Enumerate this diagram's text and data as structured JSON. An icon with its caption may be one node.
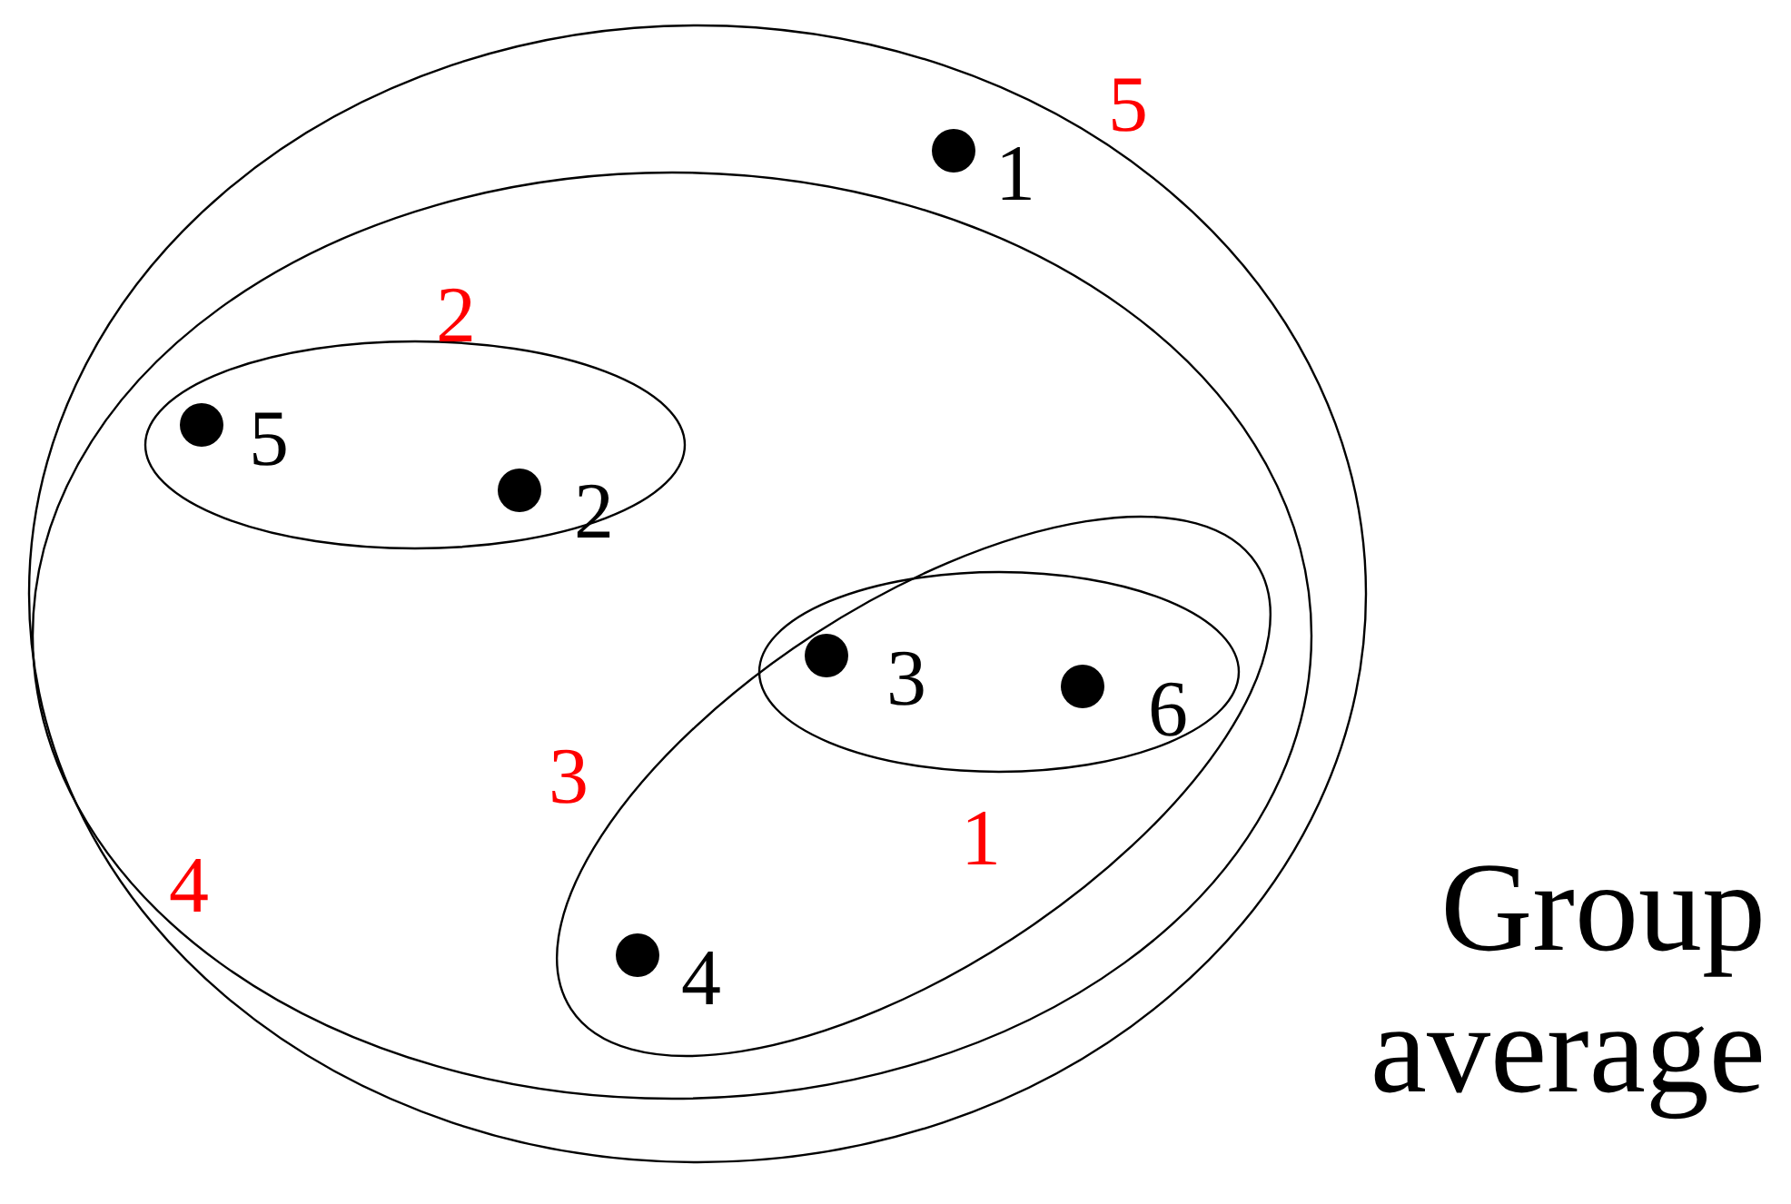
{
  "diagram": {
    "nodes": [
      {
        "text": [
          "5"
        ]
      },
      {
        "text": [
          "1"
        ],
        "in": 0
      },
      {
        "text": [
          "4"
        ],
        "in": 0
      },
      {
        "text": [
          "2"
        ],
        "in": 2
      },
      {
        "text": [
          "5"
        ],
        "in": 3
      },
      {
        "text": [
          "2"
        ],
        "in": 3
      },
      {
        "text": [
          "3"
        ],
        "in": 2
      },
      {
        "text": [
          "1"
        ],
        "in": 6
      },
      {
        "text": [
          "3"
        ],
        "in": 7
      },
      {
        "text": [
          "6"
        ],
        "in": 7
      },
      {
        "text": [
          "4"
        ],
        "in": 6
      }
    ],
    "edges": [],
    "labels": [
      "Group average"
    ]
  }
}
